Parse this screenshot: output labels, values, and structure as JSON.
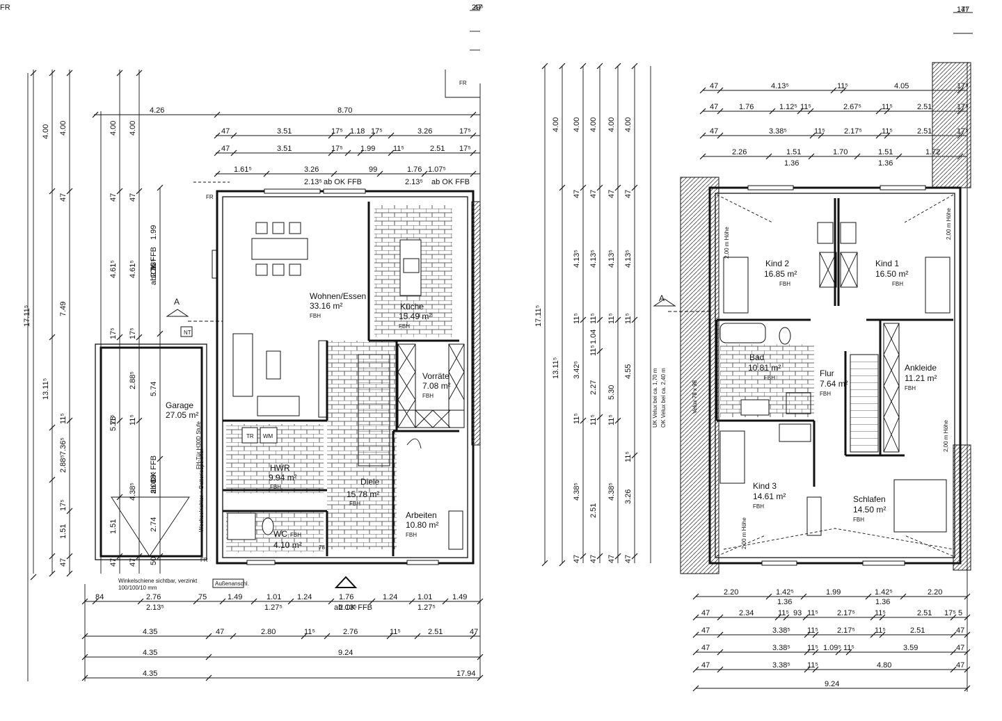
{
  "ground_floor": {
    "rooms": [
      {
        "name": "Wohnen/Essen",
        "area": "33.16 m²",
        "heat": "FBH"
      },
      {
        "name": "Küche",
        "area": "15.49 m²",
        "heat": "FBH"
      },
      {
        "name": "Vorräte",
        "area": "7.08 m²",
        "heat": "FBH"
      },
      {
        "name": "Garage",
        "area": "27.05 m²",
        "heat": ""
      },
      {
        "name": "HWR",
        "area": "9.94 m²",
        "heat": "FBH"
      },
      {
        "name": "Diele",
        "area": "15.78 m²",
        "heat": "FBH"
      },
      {
        "name": "Arbeiten",
        "area": "10.80 m²",
        "heat": "FBH"
      },
      {
        "name": "WC",
        "area": "4.10 m²",
        "heat": "FBH"
      }
    ],
    "labels": {
      "tr": "TR",
      "wm": "WM",
      "fr": "FR",
      "nt": "NT",
      "section": "A",
      "num78": "78",
      "fh_door": "FH-Tür H30D Stufe",
      "wechselrichter": "Wechselrichter + Batteriespeicher",
      "winkelschiene": "Winkelschiene sichtbar, verzinkt",
      "winkelschiene_size": "100/100/10 mm",
      "aussenanschluss": "Außenanschl."
    },
    "top_dims": {
      "row1": [
        "4.26",
        "8.70"
      ],
      "row2": [
        "47",
        "3.51",
        "17⁵",
        "1.18",
        "17⁵",
        "3.26",
        "17⁵"
      ],
      "row3": [
        "47",
        "3.51",
        "17⁵",
        "1.99",
        "11⁵",
        "2.51",
        "17⁵"
      ],
      "row4": [
        "1.61⁵",
        "3.26",
        "99",
        "1.76",
        "1.07⁵"
      ],
      "row5": [
        "2.13⁵",
        "ab OK FFB",
        "2.13⁵",
        "ab OK FFB"
      ]
    },
    "left_dims": {
      "col1": [
        "17.11⁵"
      ],
      "col2": [
        "4.00",
        "13.11⁵"
      ],
      "col3": [
        "4.00",
        "47",
        "7.49",
        "11⁵",
        "2.88⁵",
        "7.36⁵",
        "17⁵",
        "1.51",
        "47"
      ],
      "col4": [
        "4.00",
        "47",
        "4.61⁵",
        "17⁵",
        "5.76",
        "11⁵",
        "1.51",
        "47"
      ],
      "col5": [
        "4.00",
        "47",
        "4.61⁵",
        "17⁵",
        "2.88⁵",
        "11⁵",
        "4.38⁵",
        "47"
      ],
      "col6": [
        "1.99",
        "1.76",
        "2.13⁵",
        "ab OK FFB",
        "5.74",
        "88⁵",
        "2.01",
        "ab OK FFB",
        "2.74",
        "50"
      ]
    },
    "bottom_dims": {
      "row1": [
        "84",
        "2.76",
        "75",
        "1.49",
        "1.01",
        "1.24",
        "1.76",
        "1.24",
        "1.01",
        "1.49"
      ],
      "row1b": [
        "2.13⁵",
        "1.27⁵",
        "2.13⁵",
        "ab OK FFB",
        "1.27⁵"
      ],
      "row2": [
        "4.35",
        "47",
        "2.80",
        "11⁵",
        "2.76",
        "11⁵",
        "2.51",
        "47"
      ],
      "row3": [
        "4.35",
        "9.24"
      ],
      "row4": [
        "4.35",
        "17.94"
      ]
    },
    "top_right": [
      "47",
      "29⁵",
      "FR"
    ]
  },
  "upper_floor": {
    "rooms": [
      {
        "name": "Kind 2",
        "area": "16.85 m²",
        "heat": "FBH"
      },
      {
        "name": "Kind 1",
        "area": "16.50 m²",
        "heat": "FBH"
      },
      {
        "name": "Bad",
        "area": "10.81 m²",
        "heat": "FBH"
      },
      {
        "name": "Flur",
        "area": "7.64 m²",
        "heat": "FBH"
      },
      {
        "name": "Ankleide",
        "area": "11.21 m²",
        "heat": "FBH"
      },
      {
        "name": "Kind 3",
        "area": "14.61 m²",
        "heat": "FBH"
      },
      {
        "name": "Schlafen",
        "area": "14.50 m²",
        "heat": "FBH"
      }
    ],
    "labels": {
      "hoehe": "2,00 m Höhe",
      "velux": "Velux 78 x 98",
      "uk_velux": "UK Velux bei ca. 1,70 m",
      "ok_velux": "OK Velux bei ca. 2,40 m",
      "section": "A"
    },
    "top_dims": {
      "row1": [
        "47",
        "4.13⁵",
        "11⁵",
        "4.05",
        "17⁵"
      ],
      "row2": [
        "47",
        "1.76",
        "1.12⁵",
        "11⁵",
        "2.67⁵",
        "11⁵",
        "2.51",
        "17⁵"
      ],
      "row3": [
        "47",
        "3.38⁵",
        "11⁵",
        "2.17⁵",
        "11⁵",
        "2.51",
        "17⁵"
      ],
      "row4": [
        "2.26",
        "1.51",
        "1.70",
        "1.51",
        "1.72"
      ],
      "row4b": [
        "1.36",
        "1.36"
      ]
    },
    "left_dims": {
      "col1": [
        "17.11⁵"
      ],
      "col2": [
        "4.00",
        "13.11⁵"
      ],
      "col3": [
        "4.00",
        "47",
        "4.13⁵",
        "11⁵",
        "3.42⁵",
        "11⁵",
        "4.38⁵",
        "47"
      ],
      "col4": [
        "4.00",
        "47",
        "4.13⁵",
        "11⁵",
        "1.04",
        "11⁵",
        "2.27",
        "11⁵",
        "2.51",
        "47"
      ],
      "col5": [
        "4.00",
        "47",
        "4.13⁵",
        "11⁵",
        "5.30",
        "11⁵",
        "4.38⁵",
        "47"
      ],
      "col6": [
        "4.00",
        "47",
        "4.13⁵",
        "11⁵",
        "4.55",
        "11⁵",
        "3.26",
        "47"
      ]
    },
    "bottom_dims": {
      "row1": [
        "2.20",
        "1.42⁵",
        "1.99",
        "1.42⁵",
        "2.20"
      ],
      "row1b": [
        "1.36",
        "1.36"
      ],
      "row2": [
        "47",
        "2.34",
        "11⁵",
        "93",
        "11⁵",
        "2.17⁵",
        "11⁵",
        "2.51",
        "17⁵",
        "5"
      ],
      "row3": [
        "47",
        "3.38⁵",
        "11⁵",
        "2.17⁵",
        "11⁵",
        "2.51",
        "47"
      ],
      "row4": [
        "47",
        "3.38⁵",
        "11⁵",
        "1.09⁵",
        "11⁵",
        "3.59",
        "47"
      ],
      "row5": [
        "47",
        "3.38⁵",
        "11⁵",
        "4.80",
        "47"
      ],
      "row6": [
        "9.24"
      ]
    },
    "top_right": [
      "47",
      "17⁵"
    ]
  }
}
